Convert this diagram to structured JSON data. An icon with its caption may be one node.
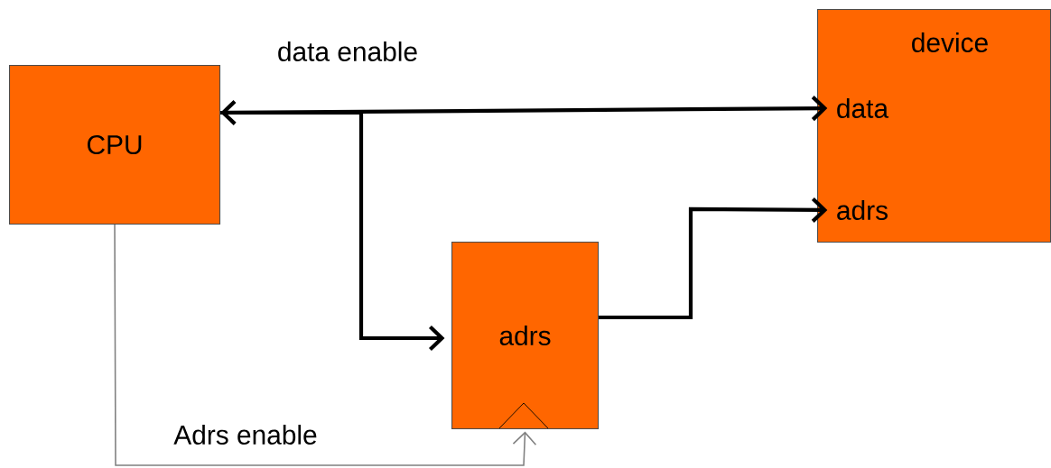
{
  "diagram": {
    "nodes": [
      {
        "text": [
          "CPU"
        ]
      },
      {
        "text": [
          "device"
        ]
      },
      {
        "text": [
          "data"
        ],
        "in": 1
      },
      {
        "text": [
          "adrs"
        ],
        "in": 1
      },
      {
        "text": [
          "adrs"
        ]
      }
    ],
    "edges": [
      {
        "from": 0,
        "to": 2,
        "arrow": "both",
        "label": "data enable"
      },
      {
        "from": 0,
        "to": 4,
        "arrow": "to"
      },
      {
        "from": 4,
        "to": 3,
        "arrow": "to"
      },
      {
        "from": 0,
        "to": 4,
        "arrow": "to",
        "color": "#808080",
        "label": "Adrs enable"
      }
    ]
  }
}
